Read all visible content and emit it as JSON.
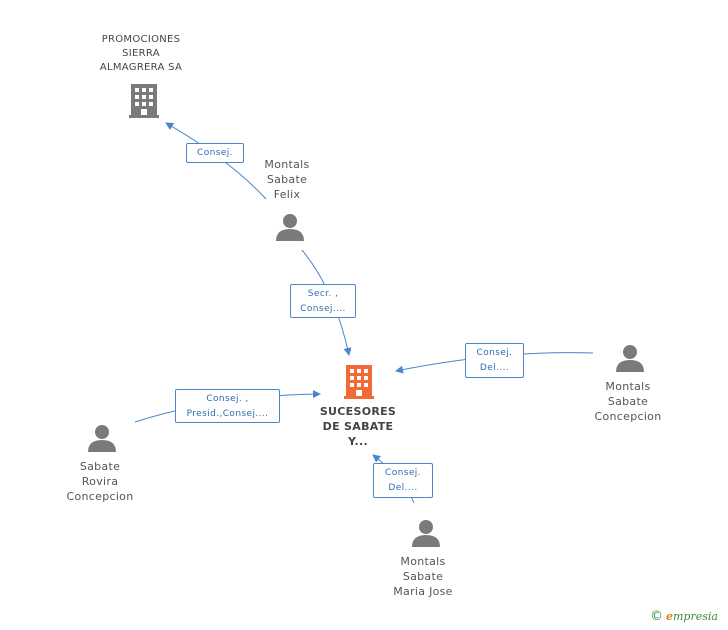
{
  "nodes": {
    "promociones": {
      "lines": [
        "PROMOCIONES",
        "SIERRA",
        "ALMAGRERA SA"
      ],
      "icon": "building-icon",
      "color": "#7a7a7a"
    },
    "felix": {
      "lines": [
        "Montals",
        "Sabate",
        "Felix"
      ],
      "icon": "person-icon",
      "color": "#7a7a7a"
    },
    "sucesores": {
      "lines": [
        "SUCESORES",
        "DE SABATE",
        "Y..."
      ],
      "icon": "building-icon",
      "color": "#f26a35"
    },
    "concepcion_montals": {
      "lines": [
        "Montals",
        "Sabate",
        "Concepcion"
      ],
      "icon": "person-icon",
      "color": "#7a7a7a"
    },
    "rovira": {
      "lines": [
        "Sabate",
        "Rovira",
        "Concepcion"
      ],
      "icon": "person-icon",
      "color": "#7a7a7a"
    },
    "maria_jose": {
      "lines": [
        "Montals",
        "Sabate",
        "Maria Jose"
      ],
      "icon": "person-icon",
      "color": "#7a7a7a"
    }
  },
  "edges": {
    "felix_promociones": {
      "lines": [
        "Consej."
      ]
    },
    "felix_sucesores": {
      "lines": [
        "Secr. ,",
        "Consej...."
      ]
    },
    "concepcion_sucesores": {
      "lines": [
        "Consej.",
        "Del...."
      ]
    },
    "rovira_sucesores": {
      "lines": [
        "Consej. ,",
        "Presid.,Consej...."
      ]
    },
    "mariajose_sucesores": {
      "lines": [
        "Consej.",
        "Del...."
      ]
    }
  },
  "colors": {
    "edge": "#4a86c8",
    "node_icon": "#7a7a7a",
    "focus_icon": "#f26a35"
  },
  "brand": {
    "copyright": "©",
    "first_letter": "e",
    "rest": "mpresia"
  }
}
